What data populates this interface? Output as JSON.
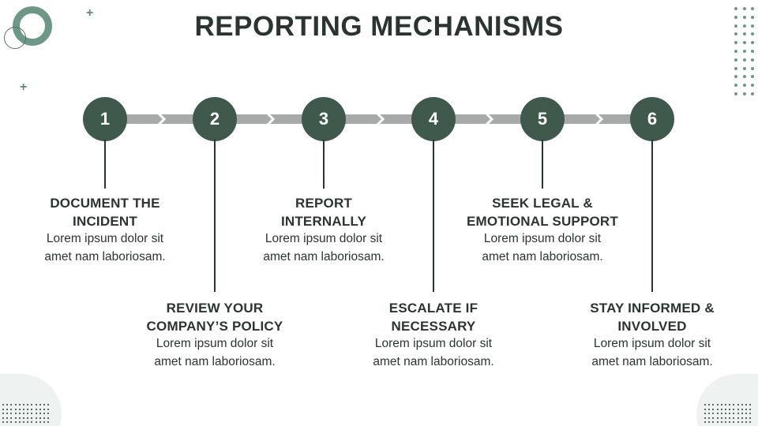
{
  "title": "REPORTING MECHANISMS",
  "colors": {
    "primary": "#3f5a4d",
    "accent": "#6e9886",
    "connector": "#a7aaa8",
    "text": "#2b3530"
  },
  "steps": [
    {
      "number": "1",
      "heading": [
        "DOCUMENT THE",
        "INCIDENT"
      ],
      "body": [
        "Lorem ipsum dolor sit",
        "amet nam laboriosam."
      ]
    },
    {
      "number": "2",
      "heading": [
        "REVIEW YOUR",
        "COMPANY’S POLICY"
      ],
      "body": [
        "Lorem ipsum dolor sit",
        "amet nam laboriosam."
      ]
    },
    {
      "number": "3",
      "heading": [
        "REPORT",
        "INTERNALLY"
      ],
      "body": [
        "Lorem ipsum dolor sit",
        "amet nam laboriosam."
      ]
    },
    {
      "number": "4",
      "heading": [
        "ESCALATE IF",
        "NECESSARY"
      ],
      "body": [
        "Lorem ipsum dolor sit",
        "amet nam laboriosam."
      ]
    },
    {
      "number": "5",
      "heading": [
        "SEEK LEGAL &",
        "EMOTIONAL SUPPORT"
      ],
      "body": [
        "Lorem ipsum dolor sit",
        "amet nam laboriosam."
      ]
    },
    {
      "number": "6",
      "heading": [
        "STAY INFORMED &",
        "INVOLVED"
      ],
      "body": [
        "Lorem ipsum dolor sit",
        "amet nam laboriosam."
      ]
    }
  ]
}
